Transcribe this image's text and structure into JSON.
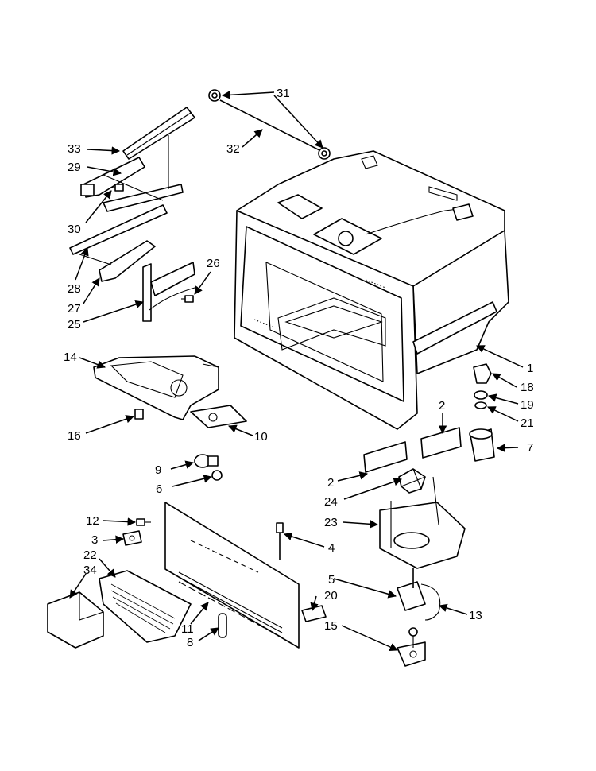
{
  "callouts": {
    "c1": "1",
    "c2a": "2",
    "c2b": "2",
    "c3": "3",
    "c4": "4",
    "c5": "5",
    "c6": "6",
    "c7": "7",
    "c8": "8",
    "c9": "9",
    "c10": "10",
    "c11": "11",
    "c12": "12",
    "c13": "13",
    "c14": "14",
    "c15": "15",
    "c16": "16",
    "c18": "18",
    "c19": "19",
    "c20": "20",
    "c21": "21",
    "c22": "22",
    "c23": "23",
    "c24": "24",
    "c25": "25",
    "c26": "26",
    "c27": "27",
    "c28": "28",
    "c29": "29",
    "c30": "30",
    "c31": "31",
    "c32": "32",
    "c33": "33",
    "c34": "34"
  },
  "colors": {
    "line": "#000000",
    "background": "#ffffff"
  }
}
